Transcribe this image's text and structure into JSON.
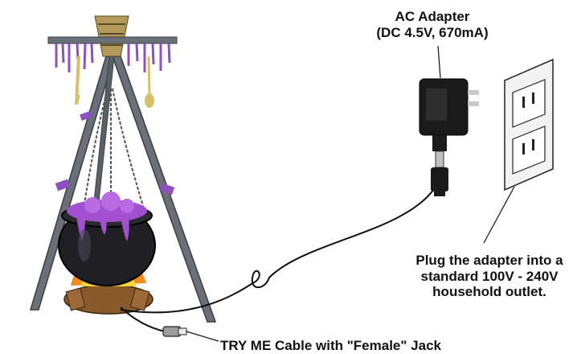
{
  "adapter_label": {
    "title": "AC Adapter",
    "spec": "(DC 4.5V, 670mA)"
  },
  "instruction": {
    "line1": "Plug the adapter into a",
    "line2": "standard 100V - 240V",
    "line3": "household outlet."
  },
  "cable_label": "TRY ME Cable with \"Female\" Jack",
  "colors": {
    "text": "#111111",
    "cauldron": "#1f1f24",
    "potion": "#a24fd0",
    "flame_orange": "#f08a1c",
    "flame_yellow": "#f7d33a",
    "wood": "#6a7078",
    "outlet": "#f2f2f2"
  },
  "icons": [
    "cauldron-illustration",
    "ac-adapter-icon",
    "wall-outlet-icon",
    "cable-jack-icon"
  ]
}
